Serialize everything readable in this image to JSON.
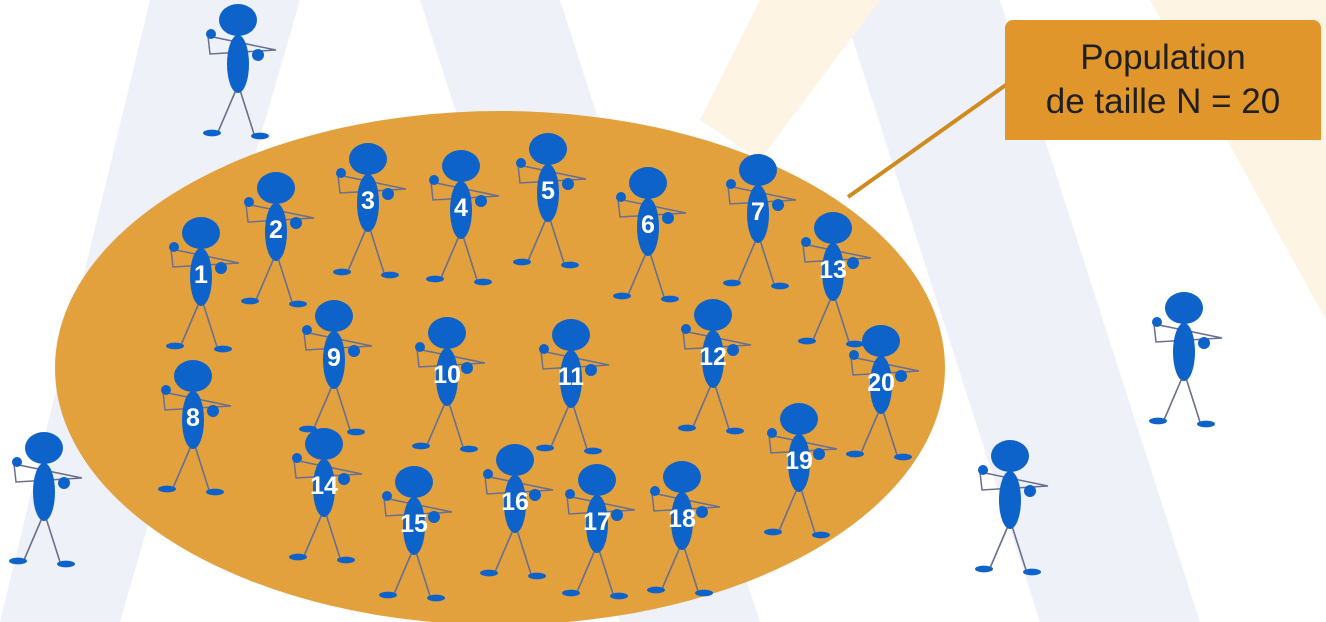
{
  "callout": {
    "line1": "Population",
    "line2": "de taille N = 20"
  },
  "figures": {
    "labels": [
      "1",
      "2",
      "3",
      "4",
      "5",
      "6",
      "7",
      "8",
      "9",
      "10",
      "11",
      "12",
      "13",
      "14",
      "15",
      "16",
      "17",
      "18",
      "19",
      "20"
    ],
    "outside_count": 4
  },
  "colors": {
    "background": "#ffffff",
    "watermark_light": "#eef2f8",
    "watermark_warm": "#fdf4e3",
    "ellipse_fill": "#e3a13e",
    "callout_fill": "#e0962a",
    "callout_line": "#d08a1f",
    "figure_blue": "#0d63c9",
    "figure_leg": "#6a6f90",
    "label_text": "#ffffff"
  }
}
